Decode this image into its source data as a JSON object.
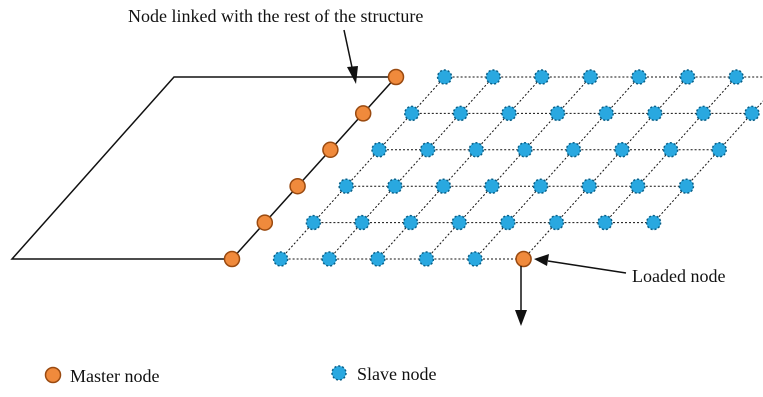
{
  "annotations": {
    "linked_node": "Node linked with the rest of the structure",
    "loaded_node": "Loaded node"
  },
  "legend": {
    "master": "Master node",
    "slave": "Slave node"
  },
  "colors": {
    "master_fill": "#f08a3c",
    "master_stroke": "#9a4a10",
    "slave_fill": "#29a8e0",
    "slave_stroke": "#0b5f86",
    "line": "#111111"
  },
  "mesh": {
    "rows": 6,
    "columns": 9
  }
}
